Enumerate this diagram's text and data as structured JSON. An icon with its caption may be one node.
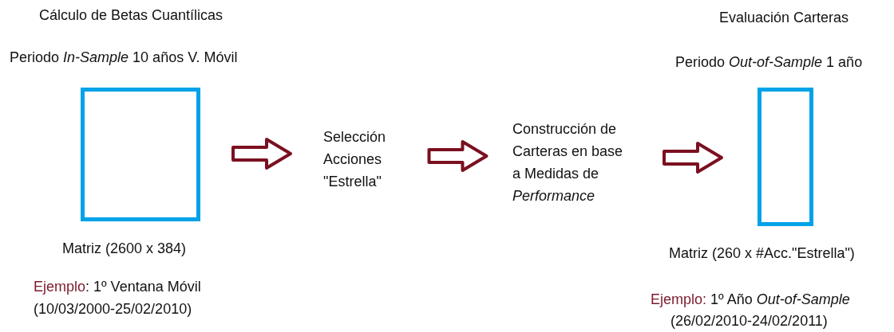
{
  "diagram": {
    "nodes": [
      {
        "text": [
          "Cálculo de Betas Cuantílicas",
          "Periodo *In-Sample* 10 años V. Móvil"
        ],
        "beside": [
          "Matriz (2600 x 384)",
          "Ejemplo",
          ": 1º Ventana Móvil",
          "(10/03/2000-25/02/2010)"
        ]
      },
      {
        "text": [
          "Selección Acciones \"Estrella\""
        ]
      },
      {
        "text": [
          "Construcción de Carteras en base a Medidas de *Performance*"
        ]
      },
      {
        "text": [
          "Evaluación Carteras",
          "Periodo *Out-of-Sample* 1 año"
        ],
        "beside": [
          "Matriz (260 x #Acc.\"Estrella\")",
          "Ejemplo:",
          " 1º Año *Out-of-Sample*",
          "(26/02/2010-24/02/2011)"
        ]
      }
    ],
    "edges": [
      {
        "from": 0,
        "to": 1,
        "arrow": "to"
      },
      {
        "from": 1,
        "to": 2,
        "arrow": "to"
      },
      {
        "from": 2,
        "to": 3,
        "arrow": "to"
      }
    ]
  }
}
